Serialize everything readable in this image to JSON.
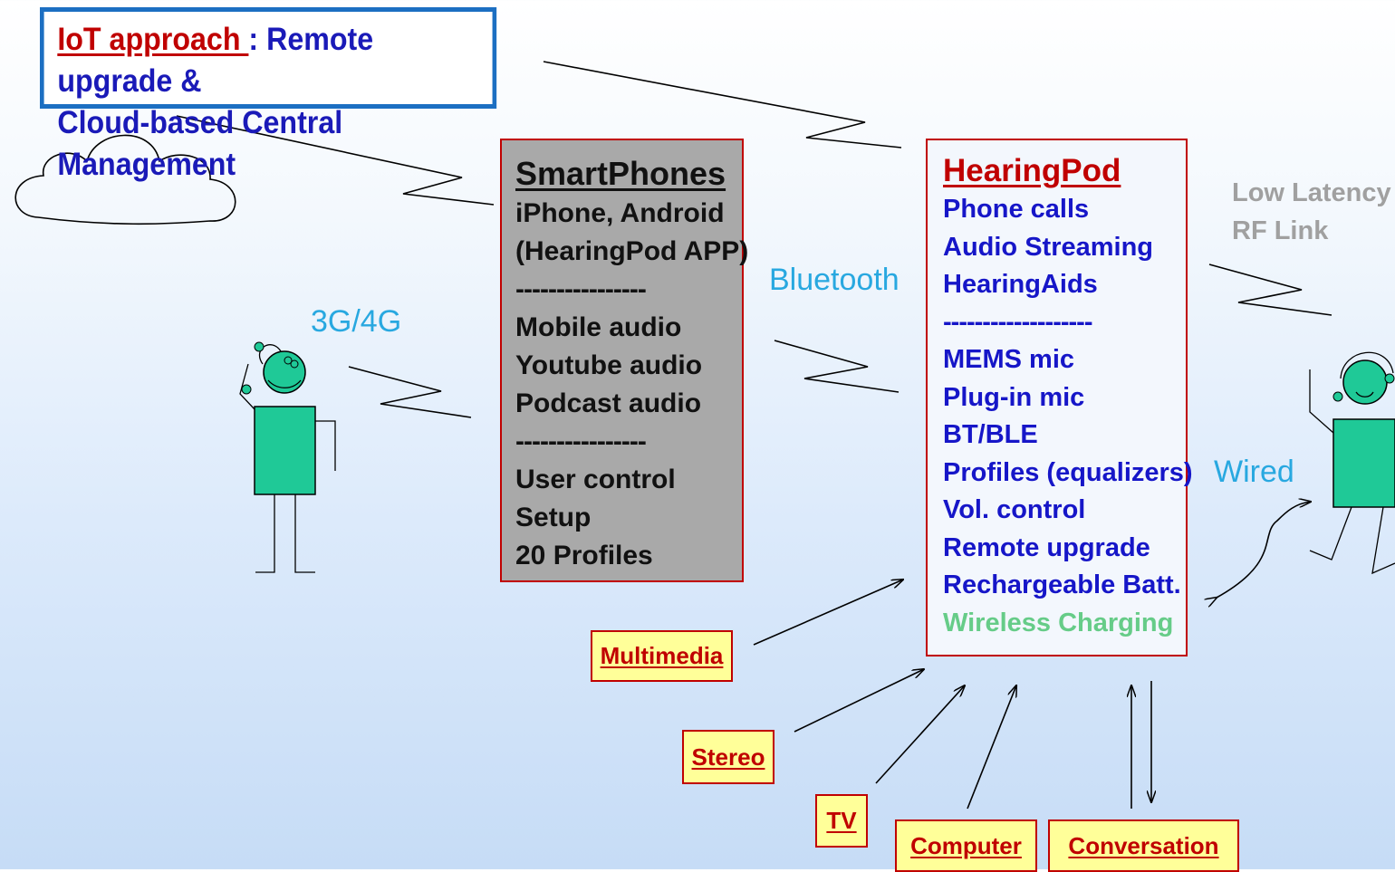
{
  "iot": {
    "part1": "IoT approach ",
    "part2": ": Remote upgrade &",
    "line2": "Cloud-based Central Management"
  },
  "smartphones": {
    "title": "SmartPhones",
    "lines": [
      "iPhone, Android",
      "(HearingPod APP)",
      "----------------",
      "Mobile audio",
      "Youtube audio",
      "Podcast audio",
      "----------------",
      "User control",
      "Setup",
      "20 Profiles"
    ]
  },
  "hearingpod": {
    "title": "HearingPod",
    "lines": [
      "Phone calls",
      "Audio Streaming",
      "HearingAids",
      "-------------------",
      "MEMS mic",
      "Plug-in mic",
      "BT/BLE",
      "Profiles (equalizers)",
      "Vol. control",
      "Remote upgrade",
      "Rechargeable Batt."
    ],
    "last": "Wireless Charging"
  },
  "labels": {
    "g3g4": "3G/4G",
    "bluetooth": "Bluetooth",
    "low_latency_1": "Low Latency",
    "low_latency_2": "RF Link",
    "wired": "Wired"
  },
  "sources": {
    "multimedia": "Multimedia",
    "stereo": "Stereo",
    "tv": "TV",
    "computer": "Computer",
    "conversation": "Conversation"
  },
  "colors": {
    "red": "#c00000",
    "blue": "#1616c8",
    "light_blue": "#28a8e0",
    "figure_green": "#1fc997",
    "box_gray": "#a9a9a9",
    "source_yellow": "#ffff99",
    "iot_border": "#1c6fc2"
  }
}
